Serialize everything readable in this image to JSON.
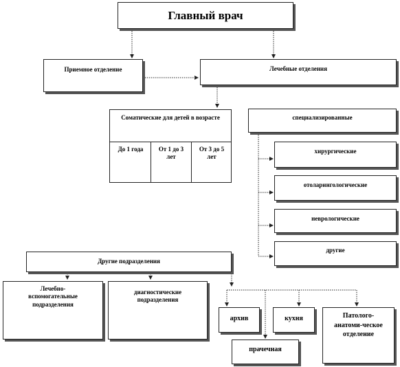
{
  "chief": "Главный врач",
  "reception": "Приемное отделение",
  "treatment": "Лечебные отделения",
  "somatic": {
    "title": "Соматические для детей в возрасте",
    "ages": [
      "До 1 года",
      "От 1 до 3 лет",
      "От 3 до 5 лет"
    ]
  },
  "specialized": {
    "title": "специализированные",
    "items": [
      "хирургические",
      "отоларингологические",
      "неврологические",
      "другие"
    ]
  },
  "other": {
    "title": "Другие подразделения",
    "auxiliary": "Лечебно-вспомогательные подразделения",
    "diagnostic": "диагностические подразделения",
    "archive": "архив",
    "kitchen": "кухня",
    "laundry": "прачечная",
    "pathology": "Патолого-анатоми-ческое отделение"
  }
}
